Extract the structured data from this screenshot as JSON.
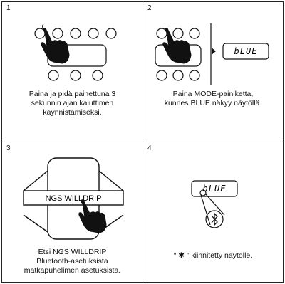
{
  "panels": [
    {
      "number": "1",
      "caption": [
        "Paina ja pidä painettuna 3",
        "sekunnin ajan kaiuttimen",
        "käynnistämiseksi."
      ]
    },
    {
      "number": "2",
      "caption": [
        "Paina MODE-painiketta,",
        "kunnes BLUE näkyy näytöllä."
      ],
      "display_text": "bLUE"
    },
    {
      "number": "3",
      "caption": [
        "Etsi NGS WILLDRIP",
        "Bluetooth-asetuksista",
        "matkapuhelimen asetuksista."
      ],
      "device_label": "NGS WILLDRIP"
    },
    {
      "number": "4",
      "caption": [
        "“ ✱ ” kiinnitetty näytölle."
      ],
      "display_text": "bLUE"
    }
  ]
}
